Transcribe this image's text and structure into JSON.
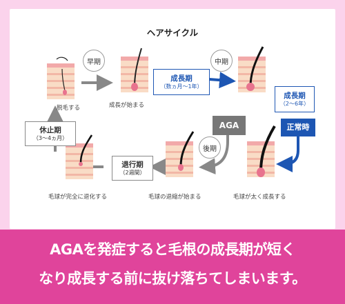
{
  "diagram": {
    "title": "ヘアサイクル",
    "colors": {
      "frame": "#fbd3ec",
      "caption_band": "#e0449b",
      "blue": "#1d56b3",
      "gray": "#888888",
      "skin": "#f9dcc6",
      "skin_stripe": "#f2b7a6"
    },
    "stages": {
      "shedding": "脱毛する",
      "start_growth": "成長が始まる",
      "thick_growth": "毛球が太く成長する",
      "shrink_start": "毛球の退縮が始まる",
      "full_regression": "毛球が完全に退化する"
    },
    "phase_labels": {
      "early": "早期",
      "middle": "中期",
      "late": "後期"
    },
    "boxes": {
      "growth_aga": {
        "main": "成長期",
        "sub": "（数ヵ月〜1年）"
      },
      "growth_normal": {
        "main": "成長期",
        "sub": "（2〜6年）"
      },
      "regression": {
        "main": "退行期",
        "sub": "（2週間）"
      },
      "resting": {
        "main": "休止期",
        "sub": "（3〜4ヵ月）"
      },
      "aga": "AGA",
      "normal": "正常時"
    }
  },
  "caption": {
    "line1": "AGAを発症すると毛根の成長期が短く",
    "line2": "なり成長する前に抜け落ちてしまいます。"
  }
}
